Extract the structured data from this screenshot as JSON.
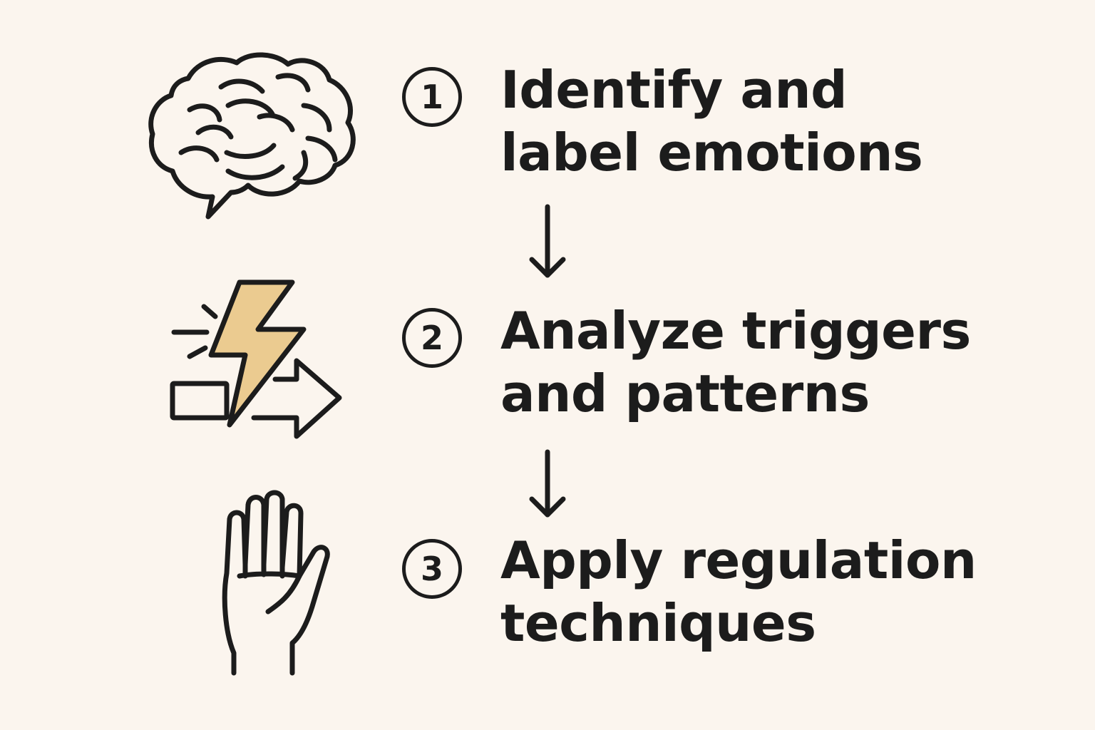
{
  "steps": [
    {
      "number": "1",
      "line1": "Identify and",
      "line2": "label emotions",
      "icon": "brain-icon"
    },
    {
      "number": "2",
      "line1": "Analyze triggers",
      "line2": "and patterns",
      "icon": "lightning-arrow-icon"
    },
    {
      "number": "3",
      "line1": "Apply regulation",
      "line2": "techniques",
      "icon": "raised-hand-icon"
    }
  ],
  "colors": {
    "background": "#fbf5ee",
    "ink": "#1c1c1c",
    "accent": "#ebcb90"
  }
}
